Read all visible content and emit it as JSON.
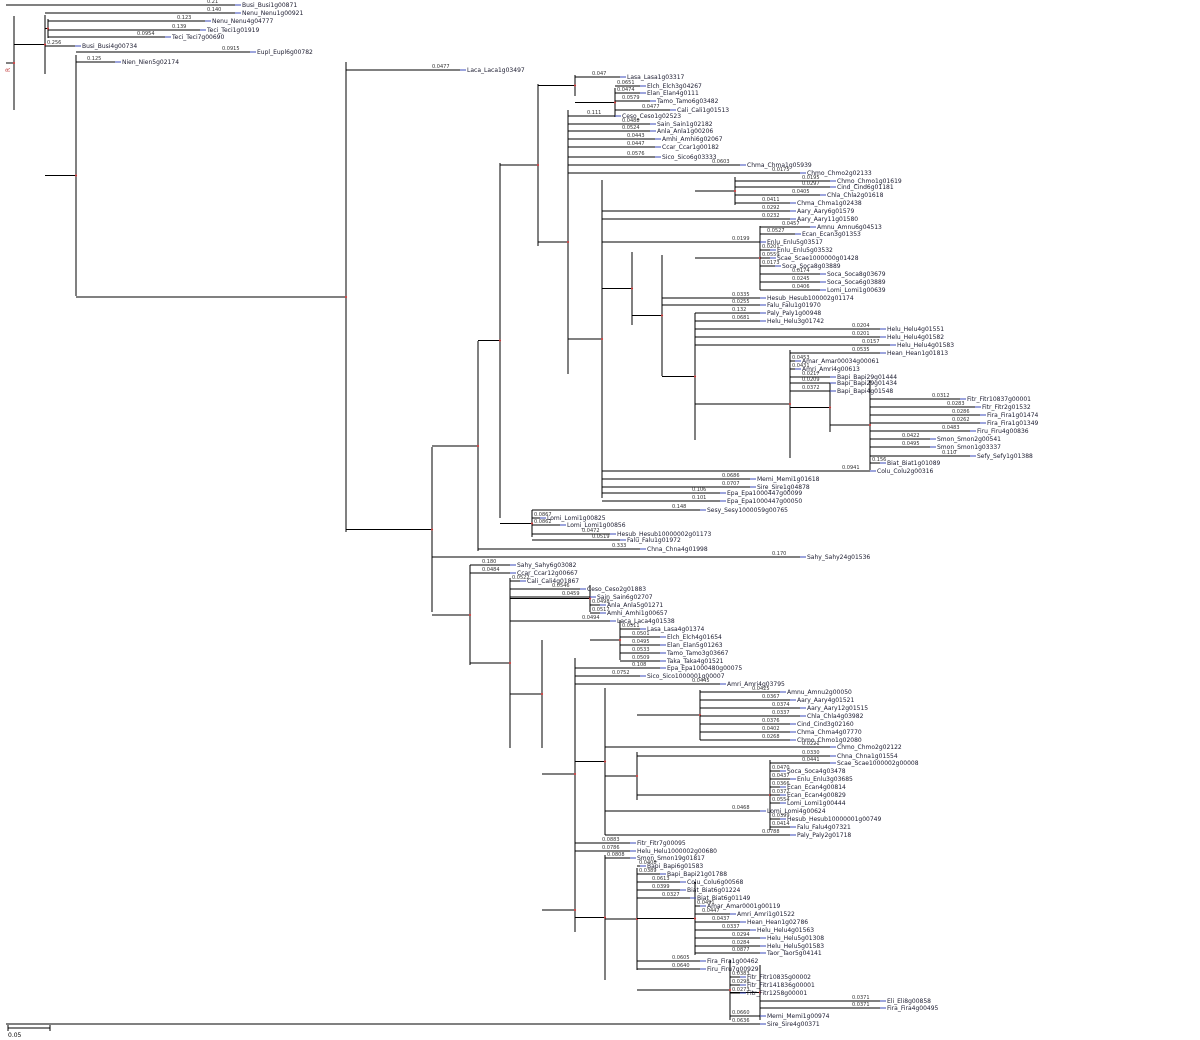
{
  "colors": {
    "branch": "#000000",
    "leaf_text": "#1a1a2e",
    "node_mark": "#c23b3b",
    "leaf_tick": "#3a4ab8",
    "support": "#333333"
  },
  "tree": {
    "kind": "phylogram",
    "root_label": "R",
    "scale_bar": {
      "value": 0.05,
      "label": "0.05"
    },
    "leaves": [
      {
        "label": "Busi_Busi1g00871",
        "support": "0.21"
      },
      {
        "label": "Nenu_Nenu1g00921",
        "support": "0.140"
      },
      {
        "label": "Nenu_Nenu4g04777",
        "support": "0.123"
      },
      {
        "label": "Teci_Teci1g01919",
        "support": "0.139"
      },
      {
        "label": "Teci_Teci7g00690",
        "support": "0.0954"
      },
      {
        "label": "Busi_Busi4g00734",
        "support": "0.256"
      },
      {
        "label": "Eupl_Eupl6g00782",
        "support": "0.0915"
      },
      {
        "label": "Nien_Nien5g02174",
        "support": "0.125"
      },
      {
        "label": "Laca_Laca1g03497",
        "support": "0.0477"
      },
      {
        "label": "Lasa_Lasa1g03317",
        "support": "0.047"
      },
      {
        "label": "Elch_Elch3g04267",
        "support": "0.0651"
      },
      {
        "label": "Elan_Elan4g0111",
        "support": "0.0474"
      },
      {
        "label": "Tamo_Tamo6g03482",
        "support": "0.0579"
      },
      {
        "label": "Cali_Cali1g01513",
        "support": "0.0477"
      },
      {
        "label": "Ceso_Ceso1g02523",
        "support": "0.111"
      },
      {
        "label": "Sain_Sain1g02182",
        "support": "0.0488"
      },
      {
        "label": "Anla_Anla1g00206",
        "support": "0.0524"
      },
      {
        "label": "Amhi_Amhi6g02067",
        "support": "0.0443"
      },
      {
        "label": "Ccar_Ccar1g00182",
        "support": "0.0447"
      },
      {
        "label": "Sico_Sico6g03333",
        "support": "0.0576"
      },
      {
        "label": "Chma_Chma1g05939",
        "support": "0.0603"
      },
      {
        "label": "Chmo_Chmo2g02133",
        "support": "0.0175"
      },
      {
        "label": "Chmo_Chmo1g01619",
        "support": "0.0195"
      },
      {
        "label": "Cind_Cind6g01181",
        "support": "0.0297"
      },
      {
        "label": "Chla_Chla2g01618",
        "support": "0.0405"
      },
      {
        "label": "Chma_Chma1g02438",
        "support": "0.0411"
      },
      {
        "label": "Aary_Aary6g01579",
        "support": "0.0292"
      },
      {
        "label": "Aary_Aary11g01580",
        "support": "0.0232"
      },
      {
        "label": "Amnu_Amnu6g04513",
        "support": "0.0457"
      },
      {
        "label": "Ecan_Ecan3g01353",
        "support": "0.0527"
      },
      {
        "label": "Enlu_Enlu5g03517",
        "support": "0.0199"
      },
      {
        "label": "Enlu_Enlu5g03532",
        "support": "0.0201"
      },
      {
        "label": "Scae_Scae1000000g01428",
        "support": "0.0559"
      },
      {
        "label": "Soca_Soca8g03889",
        "support": "0.0173"
      },
      {
        "label": "Soca_Soca8g03679",
        "support": "0.0174"
      },
      {
        "label": "Soca_Soca6g03889",
        "support": "0.0245"
      },
      {
        "label": "Lomi_Lomi1g00639",
        "support": "0.0406"
      },
      {
        "label": "Hesub_Hesub100002g01174",
        "support": "0.0335"
      },
      {
        "label": "Falu_Falu1g01970",
        "support": "0.0255"
      },
      {
        "label": "Paly_Paly1g00948",
        "support": "0.132"
      },
      {
        "label": "Helu_Helu3g01742",
        "support": "0.0681"
      },
      {
        "label": "Helu_Helu4g01551",
        "support": "0.0204"
      },
      {
        "label": "Helu_Helu4g01582",
        "support": "0.0201"
      },
      {
        "label": "Helu_Helu4g01583",
        "support": "0.0157"
      },
      {
        "label": "Hean_Hean1g01813",
        "support": "0.0535"
      },
      {
        "label": "Amar_Amar00034g00061",
        "support": "0.0453"
      },
      {
        "label": "Amri_Amri4g00613",
        "support": "0.0431"
      },
      {
        "label": "Bapi_Bapi29g01444",
        "support": "0.0217"
      },
      {
        "label": "Bapi_Bapi29g01434",
        "support": "0.0209"
      },
      {
        "label": "Bapi_Bapi4g01548",
        "support": "0.0372"
      },
      {
        "label": "Fitr_Fitr10837g00001",
        "support": "0.0312"
      },
      {
        "label": "Fitr_Fitr2g01532",
        "support": "0.0283"
      },
      {
        "label": "Fira_Fira1g01474",
        "support": "0.0286"
      },
      {
        "label": "Fira_Fira1g01349",
        "support": "0.0262"
      },
      {
        "label": "Firu_Firu4g00836",
        "support": "0.0483"
      },
      {
        "label": "Smon_Smon2g00541",
        "support": "0.0422"
      },
      {
        "label": "Smon_Smon1g03337",
        "support": "0.0495"
      },
      {
        "label": "Sefy_Sefy1g01388",
        "support": "0.110"
      },
      {
        "label": "Biat_Biat1g01089",
        "support": "0.156"
      },
      {
        "label": "Colu_Colu2g00316",
        "support": "0.0941"
      },
      {
        "label": "Memi_Memi1g01618",
        "support": "0.0686"
      },
      {
        "label": "Sire_Sire1g04878",
        "support": "0.0707"
      },
      {
        "label": "Epa_Epa1000447g00099",
        "support": "0.106"
      },
      {
        "label": "Epa_Epa1000447g00050",
        "support": "0.101"
      },
      {
        "label": "Sesy_Sesy1000059g00765",
        "support": "0.148"
      },
      {
        "label": "Lomi_Lomi1g00825",
        "support": "0.0867"
      },
      {
        "label": "Lomi_Lomi1g00856",
        "support": "0.0862"
      },
      {
        "label": "Hesub_Hesub10000002g01173",
        "support": "0.0472"
      },
      {
        "label": "Falu_Falu1g01972",
        "support": "0.0519"
      },
      {
        "label": "Chna_Chna4g01998",
        "support": "0.333"
      },
      {
        "label": "Sahy_Sahy24g01536",
        "support": "0.170"
      },
      {
        "label": "Sahy_Sahy6g03082",
        "support": "0.180"
      },
      {
        "label": "Ccar_Ccar12g00667",
        "support": "0.0484"
      },
      {
        "label": "Cali_Cali4g01867",
        "support": "0.0522"
      },
      {
        "label": "Ceso_Ceso2g01883",
        "support": "0.0546"
      },
      {
        "label": "Sain_Sain6g02707",
        "support": "0.0459"
      },
      {
        "label": "Anla_Anla5g01271",
        "support": "0.0498"
      },
      {
        "label": "Amhi_Amhi1g00657",
        "support": "0.0517"
      },
      {
        "label": "Laca_Laca4g01538",
        "support": "0.0494"
      },
      {
        "label": "Lasa_Lasa4g01374",
        "support": "0.0511"
      },
      {
        "label": "Elch_Elch4g01654",
        "support": "0.0501"
      },
      {
        "label": "Elan_Elan5g01263",
        "support": "0.0495"
      },
      {
        "label": "Tamo_Tamo3g03667",
        "support": "0.0533"
      },
      {
        "label": "Taka_Taka4g01521",
        "support": "0.0509"
      },
      {
        "label": "Epa_Epa1000480g00075",
        "support": "0.108"
      },
      {
        "label": "Sico_Sico1000001g00007",
        "support": "0.0752"
      },
      {
        "label": "Amri_Amri4g03795",
        "support": "0.0445"
      },
      {
        "label": "Amnu_Amnu2g00050",
        "support": "0.0425"
      },
      {
        "label": "Aary_Aary4g01521",
        "support": "0.0367"
      },
      {
        "label": "Aary_Aary12g01515",
        "support": "0.0374"
      },
      {
        "label": "Chla_Chla4g03982",
        "support": "0.0337"
      },
      {
        "label": "Cind_Cind3g02160",
        "support": "0.0376"
      },
      {
        "label": "Chma_Chma4g07770",
        "support": "0.0402"
      },
      {
        "label": "Chmo_Chmo1g02080",
        "support": "0.0268"
      },
      {
        "label": "Chmo_Chmo2g02122",
        "support": "0.0221"
      },
      {
        "label": "Chna_Chna1g01554",
        "support": "0.0330"
      },
      {
        "label": "Scae_Scae1000002g00008",
        "support": "0.0441"
      },
      {
        "label": "Soca_Soca4g03478",
        "support": "0.0470"
      },
      {
        "label": "Enlu_Enlu3g03685",
        "support": "0.0437"
      },
      {
        "label": "Ecan_Ecan4g00814",
        "support": "0.0366"
      },
      {
        "label": "Ecan_Ecan4g00829",
        "support": "0.0372"
      },
      {
        "label": "Lomi_Lomi1g00444",
        "support": "0.0554"
      },
      {
        "label": "Lomi_Lomi4g00624",
        "support": "0.0468"
      },
      {
        "label": "Hesub_Hesub10000001g00749",
        "support": "0.0399"
      },
      {
        "label": "Falu_Falu4g07321",
        "support": "0.0414"
      },
      {
        "label": "Paly_Paly2g01718",
        "support": "0.0788"
      },
      {
        "label": "Fitr_Fitr7g00095",
        "support": "0.0883"
      },
      {
        "label": "Helu_Helu1000002g00680",
        "support": "0.0786"
      },
      {
        "label": "Smon_Smon19g01817",
        "support": "0.0808"
      },
      {
        "label": "Bapi_Bapi6g01583",
        "support": "0.0408"
      },
      {
        "label": "Bapi_Bapi21g01788",
        "support": "0.0389"
      },
      {
        "label": "Colu_Colu6g00568",
        "support": "0.0613"
      },
      {
        "label": "Biat_Biat6g01224",
        "support": "0.0399"
      },
      {
        "label": "Biat_Biat6g01149",
        "support": "0.0327"
      },
      {
        "label": "Amar_Amar0001g00119",
        "support": "0.0491"
      },
      {
        "label": "Amri_Amri1g01522",
        "support": "0.0447"
      },
      {
        "label": "Hean_Hean1g02786",
        "support": "0.0437"
      },
      {
        "label": "Helu_Helu4g01563",
        "support": "0.0337"
      },
      {
        "label": "Helu_Helu5g01308",
        "support": "0.0294"
      },
      {
        "label": "Helu_Helu5g01583",
        "support": "0.0284"
      },
      {
        "label": "Taor_Taor5g04141",
        "support": "0.0877"
      },
      {
        "label": "Fira_Fira1g00462",
        "support": "0.0605"
      },
      {
        "label": "Firu_Firu7g00929",
        "support": "0.0640"
      },
      {
        "label": "Fitr_Fitr10835g00002",
        "support": "0.0383"
      },
      {
        "label": "Fitr_Fitr141836g00001",
        "support": "0.0298"
      },
      {
        "label": "Fitr_Fitr1258g00001",
        "support": "0.0273"
      },
      {
        "label": "Eli_Eli8g00858",
        "support": "0.0371"
      },
      {
        "label": "Fira_Fira4g00495",
        "support": "0.0371"
      },
      {
        "label": "Memi_Memi1g00974",
        "support": "0.0660"
      },
      {
        "label": "Sire_Sire4g00371",
        "support": "0.0636"
      }
    ]
  }
}
